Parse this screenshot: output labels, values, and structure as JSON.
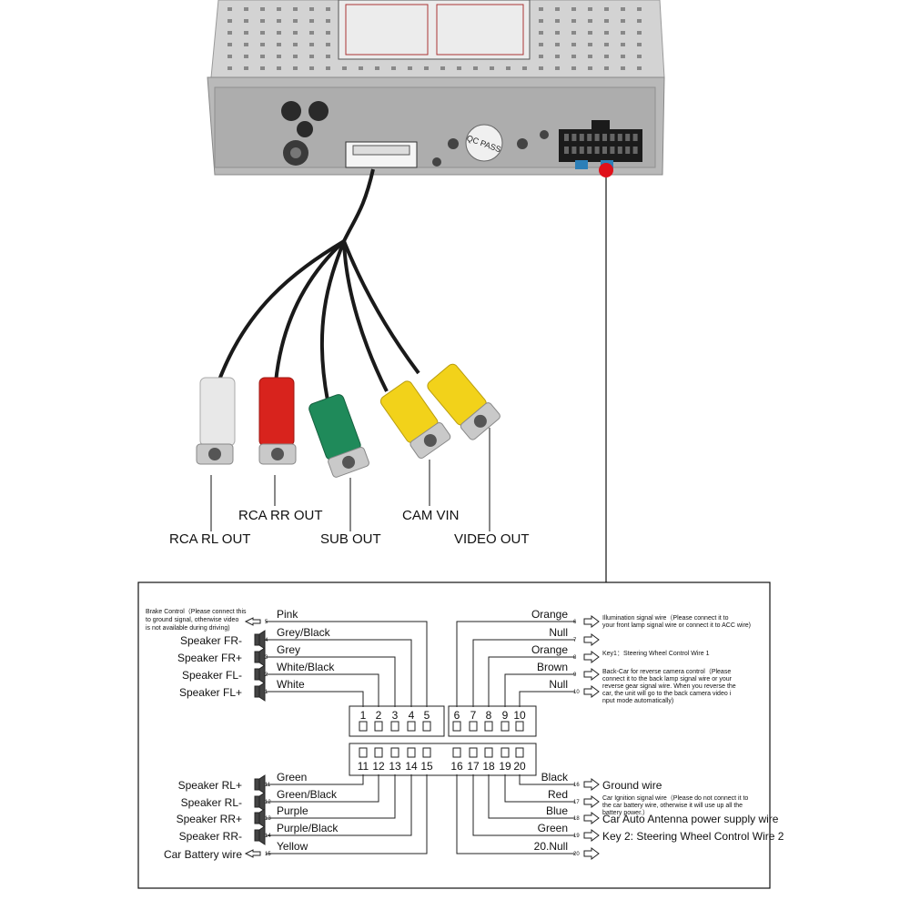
{
  "photo": {
    "qc_sticker": "QC PASS"
  },
  "rca_labels": {
    "rl": "RCA RL OUT",
    "rr": "RCA RR OUT",
    "sub": "SUB OUT",
    "cam": "CAM VIN",
    "video": "VIDEO OUT"
  },
  "connector_numbers": {
    "top": [
      "1",
      "2",
      "3",
      "4",
      "5",
      "6",
      "7",
      "8",
      "9",
      "10"
    ],
    "bottom": [
      "11",
      "12",
      "13",
      "14",
      "15",
      "16",
      "17",
      "18",
      "19",
      "20"
    ]
  },
  "left_wires": [
    {
      "color": "Pink",
      "index": "5",
      "desc": "Brake Control（Please connect this to ground signal, otherwise video is not available during driving)"
    },
    {
      "color": "Grey/Black",
      "index": "4",
      "desc": "Speaker FR-"
    },
    {
      "color": "Grey",
      "index": "3",
      "desc": "Speaker FR+"
    },
    {
      "color": "White/Black",
      "index": "2",
      "desc": "Speaker FL-"
    },
    {
      "color": "White",
      "index": "1",
      "desc": "Speaker FL+"
    },
    {
      "color": "Green",
      "index": "11",
      "desc": "Speaker RL+"
    },
    {
      "color": "Green/Black",
      "index": "12",
      "desc": "Speaker RL-"
    },
    {
      "color": "Purple",
      "index": "13",
      "desc": "Speaker RR+"
    },
    {
      "color": "Purple/Black",
      "index": "14",
      "desc": "Speaker RR-"
    },
    {
      "color": "Yellow",
      "index": "15",
      "desc": "Car Battery wire"
    }
  ],
  "right_wires": [
    {
      "color": "Orange",
      "index": "6",
      "desc": "Illumination signal wire（Please connect it to your front lamp signal wire or connect it to ACC wire)"
    },
    {
      "color": "Null",
      "index": "7",
      "desc": ""
    },
    {
      "color": "Orange",
      "index": "8",
      "desc": "Key1：Steering Wheel Control Wire 1"
    },
    {
      "color": "Brown",
      "index": "9",
      "desc": "Back-Car for reverse camera control（Please connect it to the back lamp signal wire or your reverse gear signal wire. When you reverse the car, the unit will go to the back camera video i nput mode automatically)"
    },
    {
      "color": "Null",
      "index": "10",
      "desc": ""
    },
    {
      "color": "Black",
      "index": "16",
      "desc": "Ground wire"
    },
    {
      "color": "Red",
      "index": "17",
      "desc": "Car Ignition signal wire（Please do not connect it to the car battery wire, otherwise it will use up all the battery power.）"
    },
    {
      "color": "Blue",
      "index": "18",
      "desc": "Car Auto Antenna power supply wire"
    },
    {
      "color": "Green",
      "index": "19",
      "desc": "Key 2: Steering Wheel Control Wire 2"
    },
    {
      "color": "20.Null",
      "index": "20",
      "desc": ""
    }
  ],
  "colors": {
    "rca_white": "#e8e8e8",
    "rca_red": "#d8231d",
    "rca_green": "#1f8a5a",
    "rca_yellow": "#f2d21a",
    "indicator_red": "#e0101a",
    "unit_metal": "#b9b9b9"
  }
}
